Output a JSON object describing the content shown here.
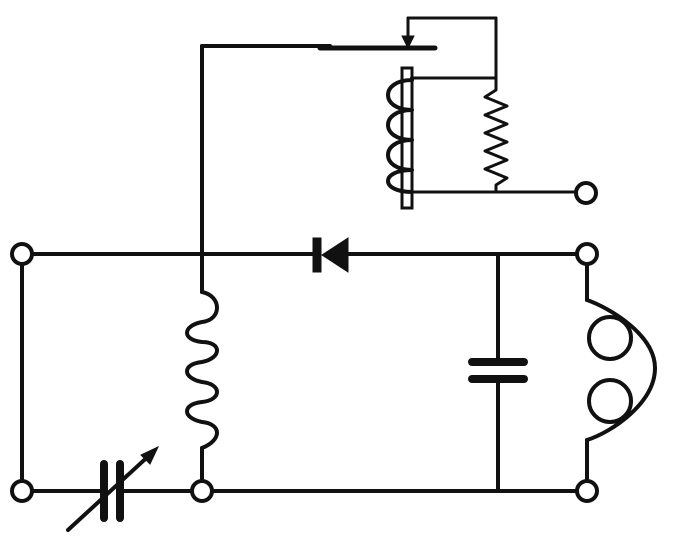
{
  "diagram": {
    "type": "circuit-schematic",
    "components": [
      {
        "kind": "terminal",
        "name": "input-top"
      },
      {
        "kind": "terminal",
        "name": "input-bottom"
      },
      {
        "kind": "terminal",
        "name": "junction-bottom"
      },
      {
        "kind": "terminal",
        "name": "output-top"
      },
      {
        "kind": "terminal",
        "name": "output-bottom"
      },
      {
        "kind": "terminal",
        "name": "coupler-output"
      },
      {
        "kind": "variable-capacitor",
        "name": "tuning-capacitor"
      },
      {
        "kind": "inductor",
        "name": "tuning-coil"
      },
      {
        "kind": "diode",
        "name": "detector-diode"
      },
      {
        "kind": "capacitor",
        "name": "bypass-capacitor"
      },
      {
        "kind": "headphones",
        "name": "earphones"
      },
      {
        "kind": "coupling-coil",
        "name": "coupling-coil"
      },
      {
        "kind": "resistor",
        "name": "resistor"
      },
      {
        "kind": "slider-contact",
        "name": "slider-contact"
      }
    ],
    "colors": {
      "ink": "#111111",
      "paper": "#ffffff"
    }
  }
}
